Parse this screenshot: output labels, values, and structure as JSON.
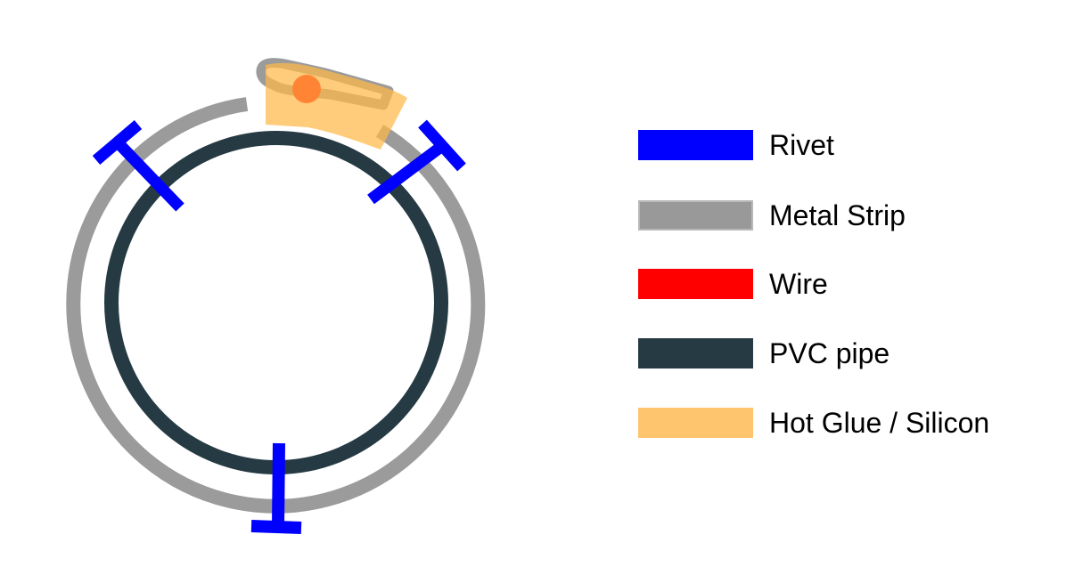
{
  "legend": [
    {
      "key": "rivet",
      "label": "Rivet",
      "color": "#0000ff"
    },
    {
      "key": "metal_strip",
      "label": "Metal Strip",
      "color": "#999999"
    },
    {
      "key": "wire",
      "label": "Wire",
      "color": "#ff0000"
    },
    {
      "key": "pvc_pipe",
      "label": "PVC pipe",
      "color": "#263a44"
    },
    {
      "key": "hot_glue",
      "label": "Hot Glue / Silicon",
      "color": "#ffc46e"
    }
  ],
  "wire_visible_color": "#ff6600"
}
